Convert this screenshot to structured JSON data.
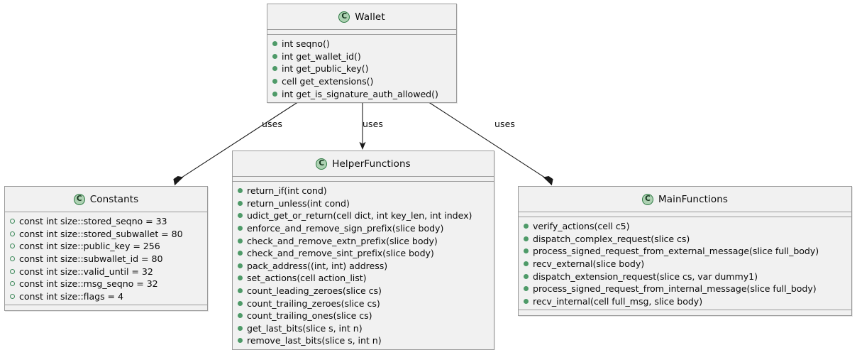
{
  "diagram": {
    "type": "uml-class-diagram",
    "background": "#ffffff",
    "accent_green": "#add1b2",
    "border_gray": "#9a9a9a",
    "box_fill": "#f1f1f1"
  },
  "classes": [
    {
      "id": "wallet",
      "name": "Wallet",
      "icon": "class-c-icon",
      "members": [
        {
          "marker": "method",
          "text": "int seqno()"
        },
        {
          "marker": "method",
          "text": "int get_wallet_id()"
        },
        {
          "marker": "method",
          "text": "int get_public_key()"
        },
        {
          "marker": "method",
          "text": "cell get_extensions()"
        },
        {
          "marker": "method",
          "text": "int get_is_signature_auth_allowed()"
        }
      ]
    },
    {
      "id": "constants",
      "name": "Constants",
      "icon": "class-c-icon",
      "members": [
        {
          "marker": "field",
          "text": "const int size::stored_seqno = 33"
        },
        {
          "marker": "field",
          "text": "const int size::stored_subwallet = 80"
        },
        {
          "marker": "field",
          "text": "const int size::public_key = 256"
        },
        {
          "marker": "field",
          "text": "const int size::subwallet_id = 80"
        },
        {
          "marker": "field",
          "text": "const int size::valid_until = 32"
        },
        {
          "marker": "field",
          "text": "const int size::msg_seqno = 32"
        },
        {
          "marker": "field",
          "text": "const int size::flags = 4"
        }
      ]
    },
    {
      "id": "helperfunctions",
      "name": "HelperFunctions",
      "icon": "class-c-icon",
      "members": [
        {
          "marker": "method",
          "text": "return_if(int cond)"
        },
        {
          "marker": "method",
          "text": "return_unless(int cond)"
        },
        {
          "marker": "method",
          "text": "udict_get_or_return(cell dict, int key_len, int index)"
        },
        {
          "marker": "method",
          "text": "enforce_and_remove_sign_prefix(slice body)"
        },
        {
          "marker": "method",
          "text": "check_and_remove_extn_prefix(slice body)"
        },
        {
          "marker": "method",
          "text": "check_and_remove_sint_prefix(slice body)"
        },
        {
          "marker": "method",
          "text": "pack_address((int, int) address)"
        },
        {
          "marker": "method",
          "text": "set_actions(cell action_list)"
        },
        {
          "marker": "method",
          "text": "count_leading_zeroes(slice cs)"
        },
        {
          "marker": "method",
          "text": "count_trailing_zeroes(slice cs)"
        },
        {
          "marker": "method",
          "text": "count_trailing_ones(slice cs)"
        },
        {
          "marker": "method",
          "text": "get_last_bits(slice s, int n)"
        },
        {
          "marker": "method",
          "text": "remove_last_bits(slice s, int n)"
        }
      ]
    },
    {
      "id": "mainfunctions",
      "name": "MainFunctions",
      "icon": "class-c-icon",
      "members": [
        {
          "marker": "method",
          "text": "verify_actions(cell c5)"
        },
        {
          "marker": "method",
          "text": "dispatch_complex_request(slice cs)"
        },
        {
          "marker": "method",
          "text": "process_signed_request_from_external_message(slice full_body)"
        },
        {
          "marker": "method",
          "text": "recv_external(slice body)"
        },
        {
          "marker": "method",
          "text": "dispatch_extension_request(slice cs, var dummy1)"
        },
        {
          "marker": "method",
          "text": "process_signed_request_from_internal_message(slice full_body)"
        },
        {
          "marker": "method",
          "text": "recv_internal(cell full_msg, slice body)"
        }
      ]
    }
  ],
  "relations": [
    {
      "id": "wallet-constants",
      "from": "Wallet",
      "to": "Constants",
      "label": "uses"
    },
    {
      "id": "wallet-helperfunctions",
      "from": "Wallet",
      "to": "HelperFunctions",
      "label": "uses"
    },
    {
      "id": "wallet-mainfunctions",
      "from": "Wallet",
      "to": "MainFunctions",
      "label": "uses"
    }
  ]
}
